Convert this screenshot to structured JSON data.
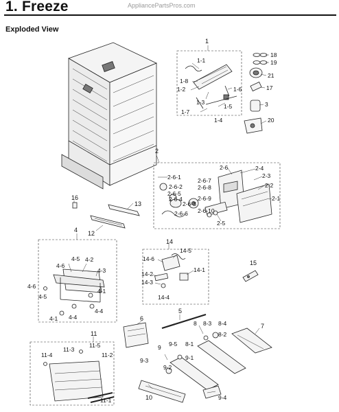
{
  "header": {
    "title": "1.  Freeze",
    "watermark": "AppliancePartsPros.com"
  },
  "section": {
    "subtitle": "Exploded View"
  },
  "labels": {
    "l1": "1",
    "l1_1": "1-1",
    "l1_2": "1-2",
    "l1_3": "1-3",
    "l1_4": "1-4",
    "l1_5": "1-5",
    "l1_6": "1-6",
    "l1_7": "1-7",
    "l1_8": "1-8",
    "l18": "18",
    "l19": "19",
    "l21": "21",
    "l17": "17",
    "l3": "3",
    "l20": "20",
    "l2": "2",
    "l2_1": "2-1",
    "l2_2": "2-2",
    "l2_3": "2-3",
    "l2_4": "2-4",
    "l2_5": "2-5",
    "l2_6": "2-6",
    "l2_6_1": "2-6-1",
    "l2_6_2": "2-6-2",
    "l2_6_3": "2-6-3",
    "l2_6_4": "2-6-4",
    "l2_6_5": "2-6-5",
    "l2_6_6": "2-6-6",
    "l2_6_7": "2-6-7",
    "l2_6_8": "2-6-8",
    "l2_6_9": "2-6-9",
    "l2_6_10": "2-6-10",
    "l16": "16",
    "l13": "13",
    "l12": "12",
    "l4": "4",
    "l4_1a": "4-1",
    "l4_1b": "4-1",
    "l4_2": "4-2",
    "l4_3": "4-3",
    "l4_4a": "4-4",
    "l4_4b": "4-4",
    "l4_5a": "4-5",
    "l4_5b": "4-5",
    "l4_6a": "4-6",
    "l4_6b": "4-6",
    "l14": "14",
    "l14_1": "14-1",
    "l14_2": "14-2",
    "l14_3": "14-3",
    "l14_4": "14-4",
    "l14_5": "14-5",
    "l14_6": "14-6",
    "l15": "15",
    "l5": "5",
    "l6": "6",
    "l7": "7",
    "l8": "8",
    "l8_1": "8-1",
    "l8_2": "8-2",
    "l8_3": "8-3",
    "l8_4": "8-4",
    "l9": "9",
    "l9_1": "9-1",
    "l9_2": "9-2",
    "l9_3": "9-3",
    "l9_4": "9-4",
    "l9_5": "9-5",
    "l10": "10",
    "l11": "11",
    "l11_1": "11-1",
    "l11_2": "11-2",
    "l11_3": "11-3",
    "l11_4": "11-4",
    "l11_5": "11-5"
  }
}
